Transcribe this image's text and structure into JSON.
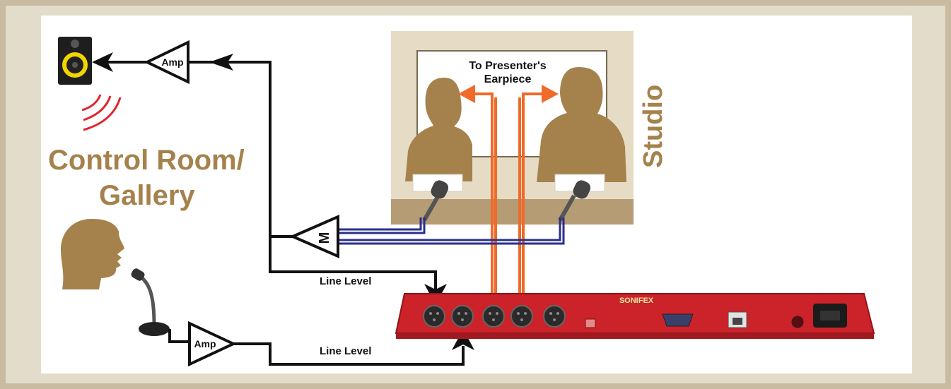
{
  "labels": {
    "control_room_line1": "Control Room/",
    "control_room_line2": "Gallery",
    "studio": "Studio",
    "presenter_line1": "To Presenter's",
    "presenter_line2": "Earpiece",
    "amp_top": "Amp",
    "amp_bottom": "Amp",
    "mixer": "M",
    "line_level_top": "Line Level",
    "line_level_bottom": "Line Level",
    "device_brand": "SONIFEX"
  },
  "colors": {
    "frame": "#c8bba2",
    "tan": "#a5824c",
    "room_bg": "#e6dcc6",
    "desk": "#b59c74",
    "device_red": "#cc2229",
    "cable_black": "#111111",
    "cable_blue": "#2a2f8c",
    "cable_orange": "#f06a2a",
    "sound_wave": "#e0262e",
    "speaker_cone": "#f3d500"
  },
  "icons": [
    "speaker-icon",
    "sound-waves-icon",
    "listener-head-icon",
    "gooseneck-mic-icon",
    "presenter-icon",
    "microphone-icon",
    "amplifier-icon",
    "mixer-icon",
    "xlr-connector-icon"
  ]
}
